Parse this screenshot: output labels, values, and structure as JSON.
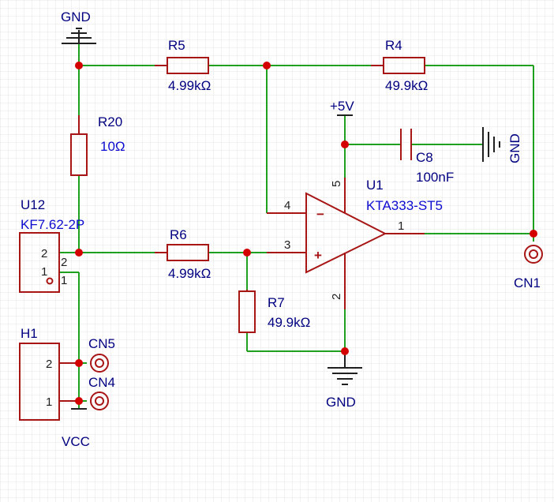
{
  "colors": {
    "wire": "#1fa01f",
    "component": "#a81515",
    "junction": "#d40000",
    "text_ref": "#000080",
    "text_value": "#0b0bd0",
    "text_pin": "#202020",
    "grid": "#e6e6e6"
  },
  "components": {
    "r5": {
      "ref": "R5",
      "value": "4.99kΩ"
    },
    "r4": {
      "ref": "R4",
      "value": "49.9kΩ"
    },
    "r20": {
      "ref": "R20",
      "value": "10Ω"
    },
    "r6": {
      "ref": "R6",
      "value": "4.99kΩ"
    },
    "r7": {
      "ref": "R7",
      "value": "49.9kΩ"
    },
    "c8": {
      "ref": "C8",
      "value": "100nF"
    },
    "u1": {
      "ref": "U1",
      "value": "KTA333-ST5",
      "pin_inv": "4",
      "pin_noninv": "3",
      "pin_vplus": "5",
      "pin_gnd": "2",
      "pin_out": "1"
    },
    "u12": {
      "ref": "U12",
      "value": "KF7.62-2P",
      "pin_a_inner": "2",
      "pin_b_inner": "1",
      "pin_a_outer": "2",
      "pin_b_outer": "1"
    },
    "h1": {
      "ref": "H1",
      "pin_a": "2",
      "pin_b": "1"
    }
  },
  "nets": {
    "gnd_top": "GND",
    "gnd_right": "GND",
    "gnd_bottom": "GND",
    "vplus": "+5V",
    "vcc": "VCC"
  },
  "connectors": {
    "cn1": "CN1",
    "cn4": "CN4",
    "cn5": "CN5"
  },
  "symbols": {
    "minus": "−",
    "plus": "+"
  }
}
